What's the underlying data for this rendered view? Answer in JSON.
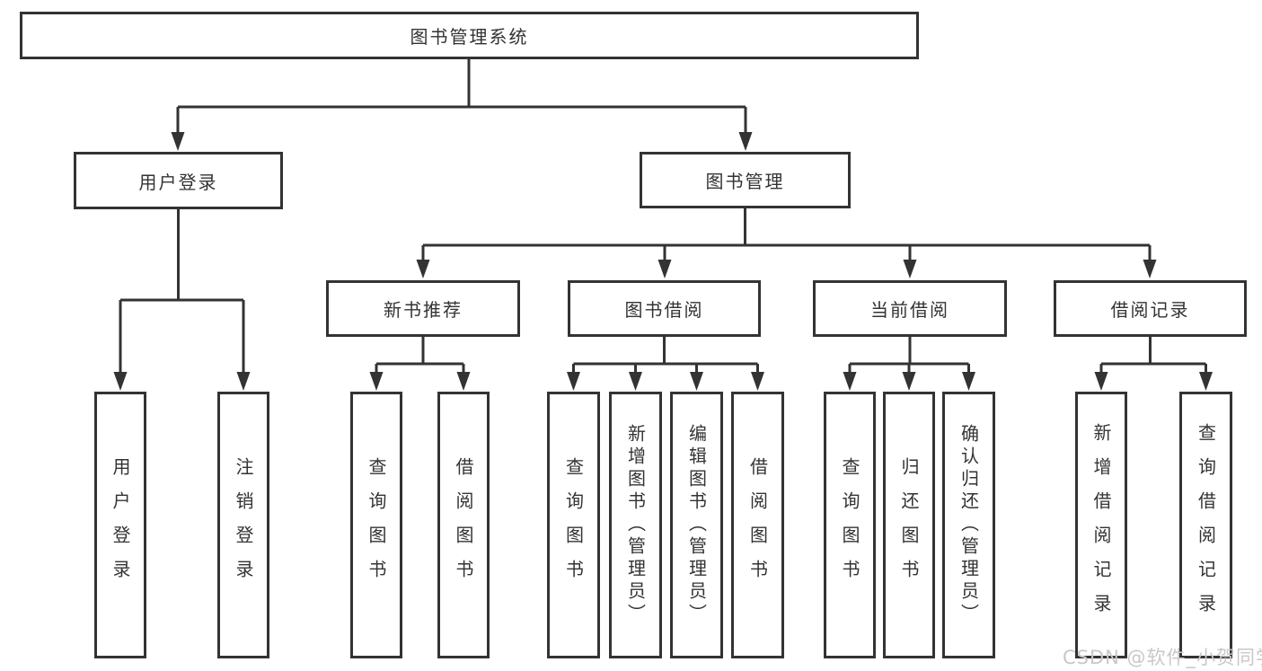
{
  "diagram": {
    "root": {
      "label": "图书管理系统"
    },
    "level2": {
      "user_login": {
        "label": "用户登录"
      },
      "book_management": {
        "label": "图书管理"
      }
    },
    "level3": {
      "new_book_recommend": {
        "label": "新书推荐"
      },
      "book_borrow": {
        "label": "图书借阅"
      },
      "current_borrow": {
        "label": "当前借阅"
      },
      "borrow_records": {
        "label": "借阅记录"
      }
    },
    "level4": {
      "user_login_children": [
        "用户登录",
        "注销登录"
      ],
      "new_book_recommend_children": [
        "查询图书",
        "借阅图书"
      ],
      "book_borrow_children": [
        "查询图书",
        "新增图书（管理员）",
        "编辑图书（管理员）",
        "借阅图书"
      ],
      "current_borrow_children": [
        "查询图书",
        "归还图书",
        "确认归还（管理员）"
      ],
      "borrow_records_children": [
        "新增借阅记录",
        "查询借阅记录"
      ]
    }
  },
  "watermark": {
    "text": "CSDN @软件_小贺同学"
  },
  "colors": {
    "line": "#333333",
    "text": "#333333",
    "box_background": "#ffffff",
    "watermark": "#c8c8c8"
  }
}
